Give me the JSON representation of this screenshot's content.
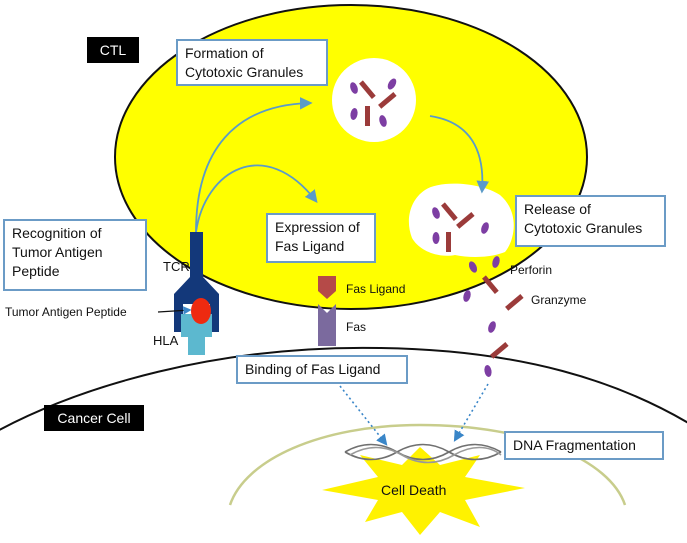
{
  "cells": {
    "ctl_label": "CTL",
    "cancer_label": "Cancer Cell"
  },
  "steps": {
    "formation": [
      "Formation of",
      "Cytotoxic Granules"
    ],
    "expression": [
      "Expression of",
      "Fas Ligand"
    ],
    "release": [
      "Release of",
      "Cytotoxic Granules"
    ],
    "recognition": [
      "Recognition of",
      "Tumor Antigen",
      "Peptide"
    ],
    "binding": "Binding of Fas Ligand",
    "dna": "DNA Fragmentation"
  },
  "molecules": {
    "tcr": "TCR",
    "hla": "HLA",
    "peptide": "Tumor Antigen Peptide",
    "fas_ligand": "Fas Ligand",
    "fas": "Fas",
    "perforin": "Perforin",
    "granzyme": "Granzyme"
  },
  "outcome": "Cell Death",
  "colors": {
    "ctl_fill": "#ffff00",
    "box_border": "#6b9bc6",
    "arrow": "#5b9bc8",
    "dotted_arrow": "#3a86c8",
    "tcr": "#13387a",
    "hla": "#5cb8cf",
    "peptide": "#ee2a10",
    "fas_ligand": "#b54a48",
    "fas": "#7b6a9e",
    "perforin": "#7d3ea3",
    "granzyme": "#9b3b3a",
    "cell_death": "#fff200",
    "nucleus": "#c8cd8c"
  }
}
